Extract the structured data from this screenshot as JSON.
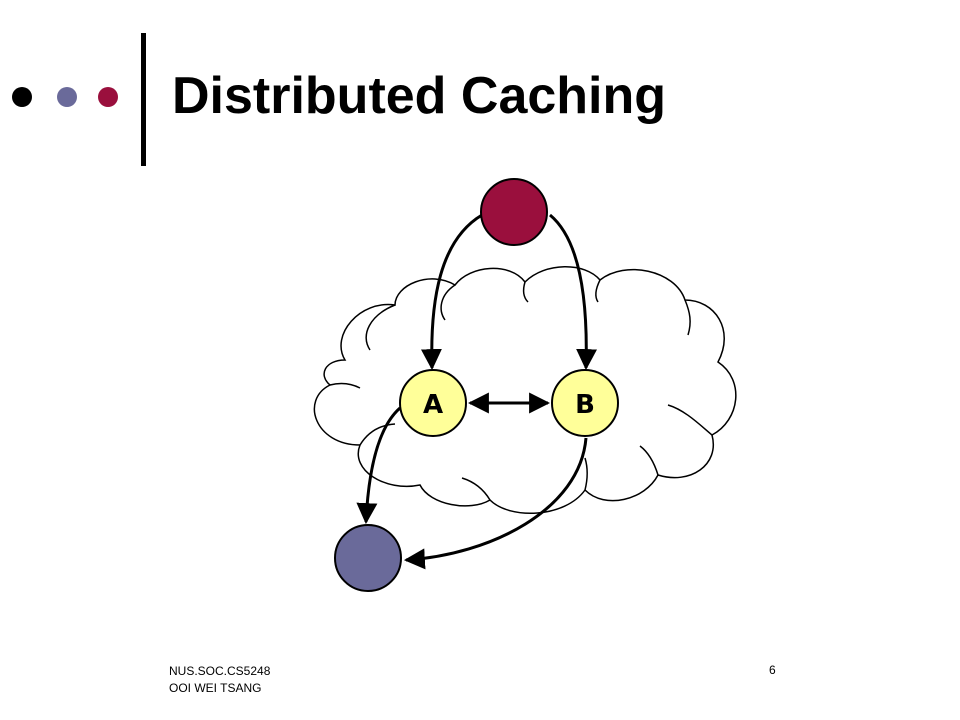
{
  "slide": {
    "title": "Distributed Caching",
    "footer": {
      "course": "NUS.SOC.CS5248",
      "author": "OOI WEI TSANG",
      "page_number": "6"
    }
  },
  "diagram": {
    "nodes": [
      {
        "id": "server",
        "label": "",
        "color": "#9a0f3d"
      },
      {
        "id": "cache-a",
        "label": "A",
        "color": "#ffff99"
      },
      {
        "id": "cache-b",
        "label": "B",
        "color": "#ffff99"
      },
      {
        "id": "client",
        "label": "",
        "color": "#6a6a9a"
      }
    ],
    "edges": [
      {
        "from": "server",
        "to": "cache-a",
        "direction": "forward"
      },
      {
        "from": "server",
        "to": "cache-b",
        "direction": "forward"
      },
      {
        "from": "cache-a",
        "to": "cache-b",
        "direction": "both"
      },
      {
        "from": "cache-a",
        "to": "client",
        "direction": "forward"
      },
      {
        "from": "cache-b",
        "to": "client",
        "direction": "forward"
      }
    ],
    "background": "cloud"
  },
  "colors": {
    "accent_dark": "#000000",
    "accent_purple": "#6a6a9a",
    "accent_red": "#9a0f3d",
    "cache_fill": "#ffff99"
  }
}
